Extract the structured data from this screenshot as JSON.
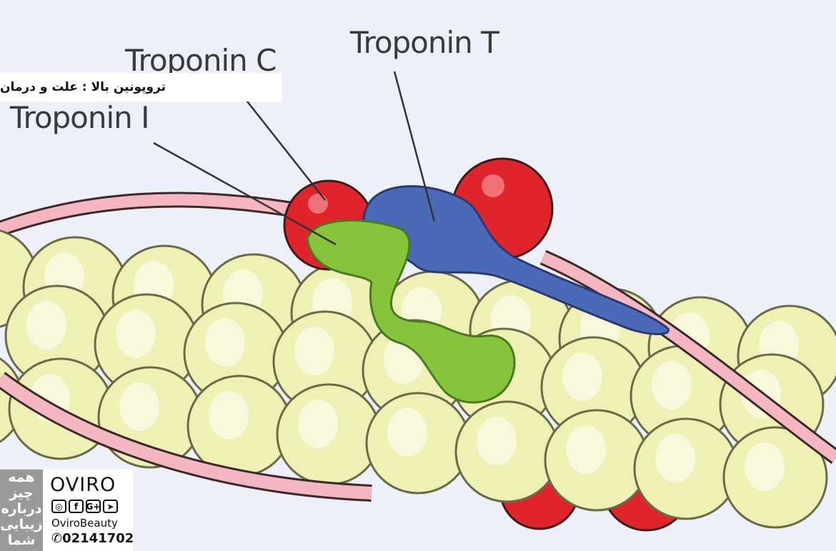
{
  "labels": {
    "troponin_c": "Troponin C",
    "troponin_t": "Troponin T",
    "troponin_i": "Troponin I"
  },
  "banner": "تروپونین بالا : علت و درمان",
  "logo": {
    "side_text": [
      "همه",
      "چیز",
      "درباره",
      "زیبایی",
      "شما"
    ],
    "brand": "OVIRO",
    "social_icons": [
      "instagram-icon",
      "facebook-icon",
      "google-plus-icon",
      "telegram-icon"
    ],
    "handle": "OviroBeauty",
    "phone": "02141702"
  },
  "colors": {
    "background": "#eef0f9",
    "actin": "#eef0b4",
    "tropomyosin": "#f4b6c0",
    "calcium": "#e0242c",
    "troponin_t": "#4a6ab8",
    "troponin_i": "#86c43c"
  }
}
